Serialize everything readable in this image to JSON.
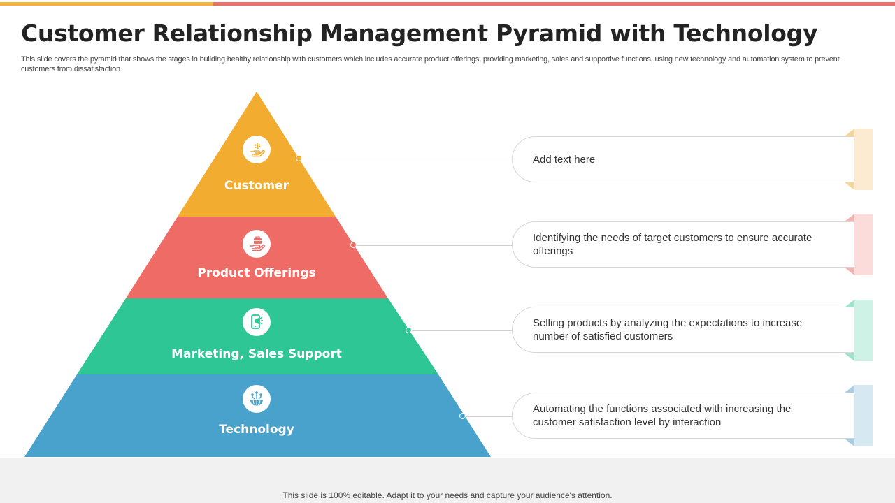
{
  "slide": {
    "title": "Customer Relationship Management Pyramid with Technology",
    "subtitle": "This slide covers the pyramid that shows the stages in building healthy relationship with customers which includes accurate product offerings, providing marketing, sales and supportive functions, using new technology and automation system to prevent customers from dissatisfaction.",
    "footer": "This slide is 100% editable. Adapt it to your needs and capture your audience's attention.",
    "top_bar_colors": [
      "#F2B441",
      "#E8736D"
    ]
  },
  "pyramid": {
    "layers": [
      {
        "label": "Customer",
        "icon": "hand-gear-icon",
        "color": "#F2AC30",
        "tab_color": "#FCEBD0",
        "fold_color": "#F5D49A",
        "description": "Add text here"
      },
      {
        "label": "Product Offerings",
        "icon": "hand-briefcase-icon",
        "color": "#EE6B66",
        "tab_color": "#FBDCDB",
        "fold_color": "#F1B4B2",
        "description": "Identifying the needs of target customers to ensure accurate offerings"
      },
      {
        "label": "Marketing, Sales Support",
        "icon": "mobile-megaphone-icon",
        "color": "#2EC695",
        "tab_color": "#CFF2E6",
        "fold_color": "#9FE2CB",
        "description": "Selling products by analyzing the expectations to increase number of satisfied customers"
      },
      {
        "label": "Technology",
        "icon": "globe-network-icon",
        "color": "#48A2CC",
        "tab_color": "#D6E8F2",
        "fold_color": "#AACDE2",
        "description": "Automating the functions associated with increasing the customer satisfaction level by interaction"
      }
    ]
  }
}
